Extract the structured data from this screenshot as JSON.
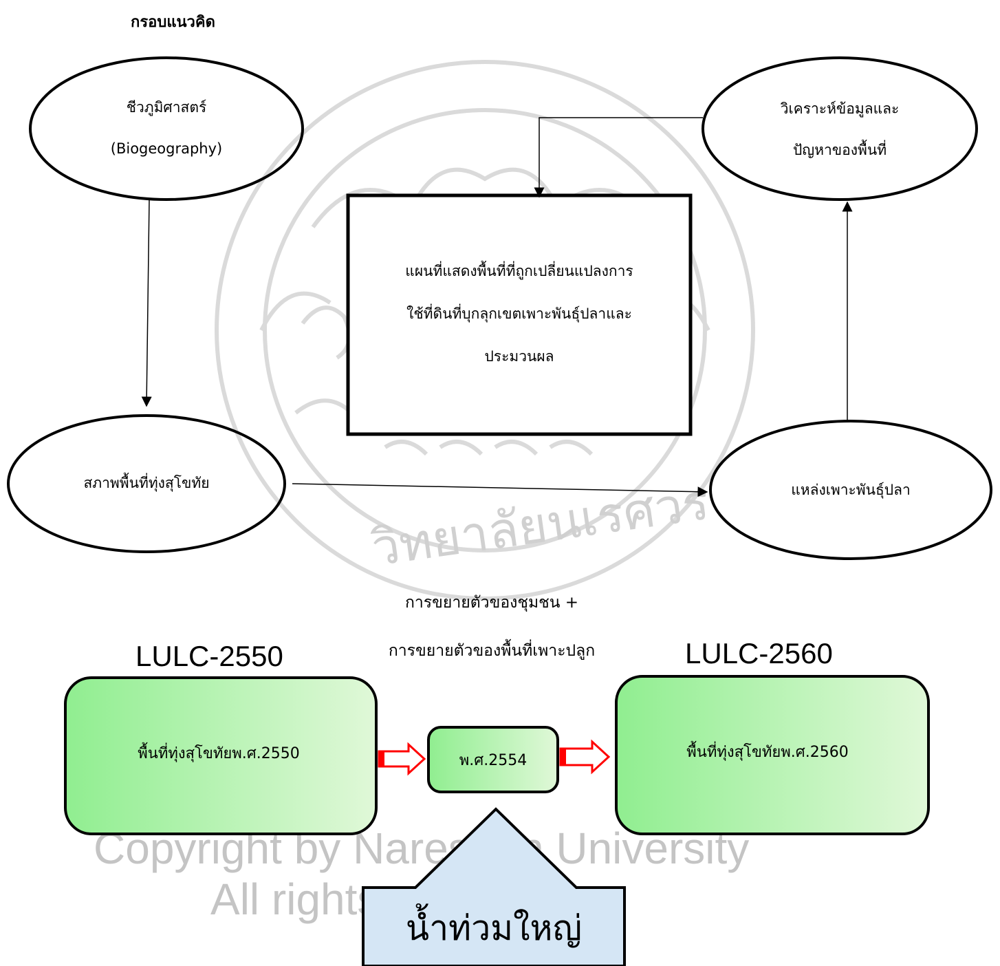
{
  "title": "กรอบแนวคิด",
  "nodes": {
    "biogeo": [
      "ชีวภูมิศาสตร์",
      "(Biogeography)"
    ],
    "analysis": [
      "วิเคราะห์ข้อมูลและ",
      "ปัญหาของพื้นที่"
    ],
    "map_box": [
      "แผนที่แสดงพื้นที่ที่ถูกเปลี่ยนแปลงการ",
      "ใช้ที่ดินที่บุกลุกเขตเพาะพันธุ์ปลาและ",
      "ประมวนผล"
    ],
    "area_condition": "สภาพพื้นที่ทุ่งสุโขทัย",
    "fish_breeding": "แหล่งเพาะพันธุ์ปลา"
  },
  "expansion_label": [
    "การขยายตัวของชุมชน +",
    "การขยายตัวของพื้นที่เพาะปลูก"
  ],
  "lulc_left": {
    "heading": "LULC-2550",
    "box": "พื้นที่ทุ่งสุโขทัยพ.ศ.2550"
  },
  "lulc_middle": "พ.ศ.2554",
  "lulc_right": {
    "heading": "LULC-2560",
    "box": "พื้นที่ทุ่งสุโขทัยพ.ศ.2560"
  },
  "flood": "น้ำท่วมใหญ่",
  "watermark": [
    "Copyright by Naresuan University",
    "All rights reserved"
  ],
  "colors": {
    "green_light": "#e0f8d8",
    "green_dark": "#90ee90",
    "flood_fill": "#d5e6f5",
    "arrow_red": "#ff0000",
    "watermark": "#c4c4c4"
  }
}
